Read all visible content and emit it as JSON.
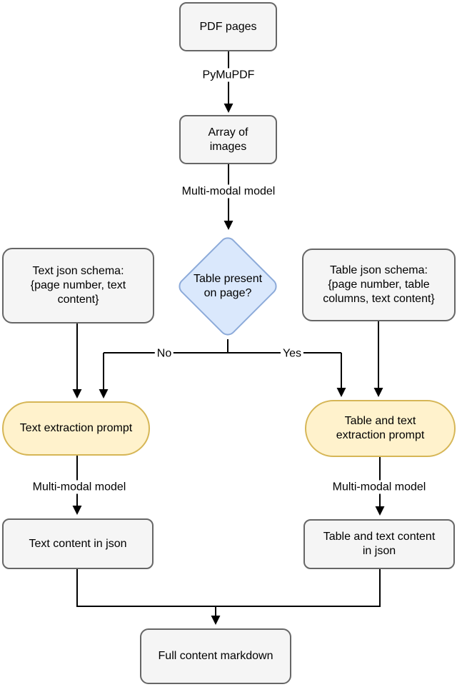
{
  "nodes": {
    "pdf_pages": {
      "label": "PDF pages"
    },
    "array_images": {
      "label": "Array of\nimages"
    },
    "decision": {
      "label": "Table present\non page?"
    },
    "text_schema": {
      "label": "Text json schema:\n{page number, text\ncontent}"
    },
    "table_schema": {
      "label": "Table json schema:\n{page number, table\ncolumns, text content}"
    },
    "text_prompt": {
      "label": "Text extraction prompt"
    },
    "table_prompt": {
      "label": "Table and text\nextraction prompt"
    },
    "text_content": {
      "label": "Text content in json"
    },
    "table_content": {
      "label": "Table and text content\nin json"
    },
    "full_markdown": {
      "label": "Full content markdown"
    }
  },
  "edge_labels": {
    "pymupdf": "PyMuPDF",
    "multimodal_top": "Multi-modal model",
    "no": "No",
    "yes": "Yes",
    "multimodal_left": "Multi-modal model",
    "multimodal_right": "Multi-modal model"
  },
  "colors": {
    "node_fill": "#f5f5f5",
    "node_border": "#666666",
    "decision_fill": "#dae8fc",
    "decision_border": "#8caad9",
    "prompt_fill": "#fff2cc",
    "prompt_border": "#d6b656",
    "line": "#000000",
    "text": "#000000",
    "background": "#ffffff"
  }
}
